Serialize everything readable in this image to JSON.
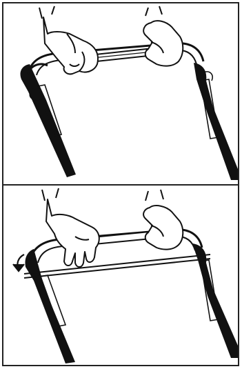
{
  "figure": {
    "panels": [
      {
        "id": "top",
        "action": "hands-grip-handlebar",
        "icon": "hand-icon"
      },
      {
        "id": "bottom",
        "action": "squeeze-brake-bar-to-handlebar",
        "icon": "rotate-arrow-icon"
      }
    ],
    "colors": {
      "line": "#111111",
      "tube": "#111111",
      "paper": "#ffffff"
    }
  }
}
